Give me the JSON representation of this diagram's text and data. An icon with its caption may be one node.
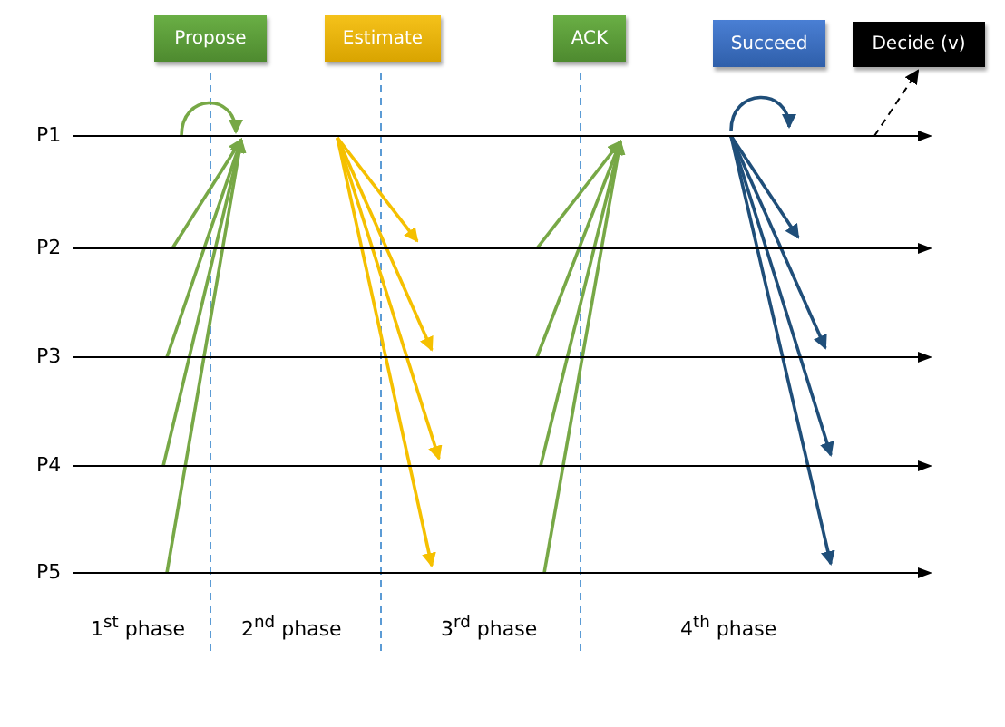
{
  "diagram": {
    "nodes": [
      {
        "text": [
          "Propose"
        ]
      },
      {
        "text": [
          "Estimate"
        ]
      },
      {
        "text": [
          "ACK"
        ]
      },
      {
        "text": [
          "Succeed"
        ]
      },
      {
        "text": [
          "Decide (v)"
        ]
      },
      {
        "text": [
          "P1"
        ]
      },
      {
        "text": [
          "P2"
        ]
      },
      {
        "text": [
          "P3"
        ]
      },
      {
        "text": [
          "P4"
        ]
      },
      {
        "text": [
          "P5"
        ]
      }
    ],
    "edges": [
      {
        "from": 5,
        "to": 5,
        "arrow": "to"
      },
      {
        "from": 6,
        "to": 5,
        "arrow": "to"
      },
      {
        "from": 7,
        "to": 5,
        "arrow": "to"
      },
      {
        "from": 8,
        "to": 5,
        "arrow": "to"
      },
      {
        "from": 9,
        "to": 5,
        "arrow": "to"
      },
      {
        "from": 5,
        "to": 6,
        "arrow": "to",
        "color": "#f5c000"
      },
      {
        "from": 5,
        "to": 7,
        "arrow": "to",
        "color": "#f5c000"
      },
      {
        "from": 5,
        "to": 8,
        "arrow": "to",
        "color": "#f5c000"
      },
      {
        "from": 5,
        "to": 9,
        "arrow": "to",
        "color": "#f5c000"
      },
      {
        "from": 6,
        "to": 5,
        "arrow": "to"
      },
      {
        "from": 7,
        "to": 5,
        "arrow": "to"
      },
      {
        "from": 8,
        "to": 5,
        "arrow": "to"
      },
      {
        "from": 9,
        "to": 5,
        "arrow": "to"
      },
      {
        "from": 5,
        "to": 5,
        "arrow": "to",
        "color": "#1f4e79"
      },
      {
        "from": 5,
        "to": 6,
        "arrow": "to",
        "color": "#1f4e79"
      },
      {
        "from": 5,
        "to": 7,
        "arrow": "to",
        "color": "#1f4e79"
      },
      {
        "from": 5,
        "to": 8,
        "arrow": "to",
        "color": "#1f4e79"
      },
      {
        "from": 5,
        "to": 9,
        "arrow": "to",
        "color": "#1f4e79"
      },
      {
        "from": 5,
        "to": 4,
        "arrow": "to",
        "style": "dashed",
        "color": "#000000"
      }
    ],
    "labels": [
      "1$^{st}$ phase",
      "2$^{nd}$ phase",
      "3$^{rd}$ phase",
      "4$^{th}$ phase"
    ]
  }
}
